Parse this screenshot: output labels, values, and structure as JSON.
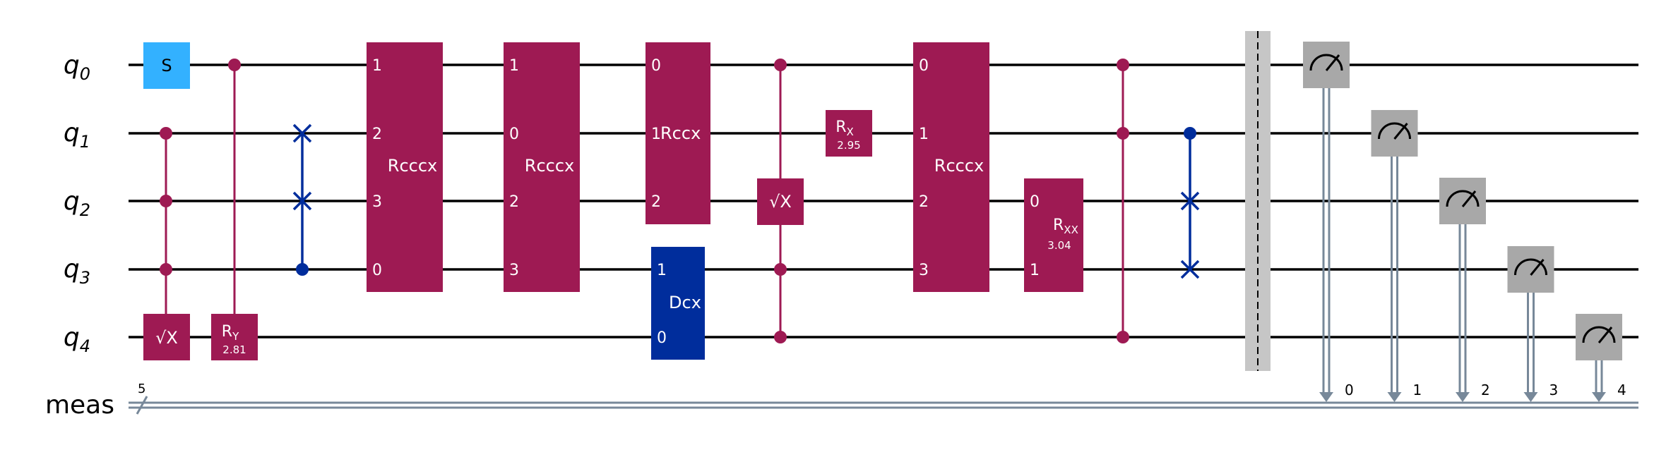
{
  "qubits": [
    {
      "name": "q",
      "index": "0"
    },
    {
      "name": "q",
      "index": "1"
    },
    {
      "name": "q",
      "index": "2"
    },
    {
      "name": "q",
      "index": "3"
    },
    {
      "name": "q",
      "index": "4"
    }
  ],
  "classical_register": {
    "name": "meas",
    "size": "5"
  },
  "colors": {
    "gate_magenta": "#9e1a53",
    "gate_blue": "#33b1ff",
    "swap_blue": "#002d9c",
    "measure_gray": "#a8a8a8",
    "barrier_gray": "#c6c6c6",
    "classical_wire": "#778899"
  },
  "gates": {
    "s": {
      "label": "S"
    },
    "csx_bottom": {
      "label": "√X"
    },
    "cry": {
      "label": "R",
      "sub": "Y",
      "param": "2.81"
    },
    "rcccx1": {
      "label": "Rcccx",
      "pins": [
        "1",
        "2",
        "3",
        "0"
      ]
    },
    "rcccx2": {
      "label": "Rcccx",
      "pins": [
        "1",
        "0",
        "2",
        "3"
      ]
    },
    "rccx": {
      "label": "Rccx",
      "pins": [
        "0",
        "1",
        "2"
      ]
    },
    "dcx": {
      "label": "Dcx",
      "pins": [
        "1",
        "0"
      ]
    },
    "csx_mid": {
      "label": "√X"
    },
    "rx": {
      "label": "R",
      "sub": "X",
      "param": "2.95"
    },
    "rcccx3": {
      "label": "Rcccx",
      "pins": [
        "0",
        "1",
        "2",
        "3"
      ]
    },
    "rxx": {
      "label": "R",
      "sub": "XX",
      "param": "3.04",
      "pins": [
        "0",
        "1"
      ]
    }
  },
  "measure_bits": [
    "0",
    "1",
    "2",
    "3",
    "4"
  ]
}
